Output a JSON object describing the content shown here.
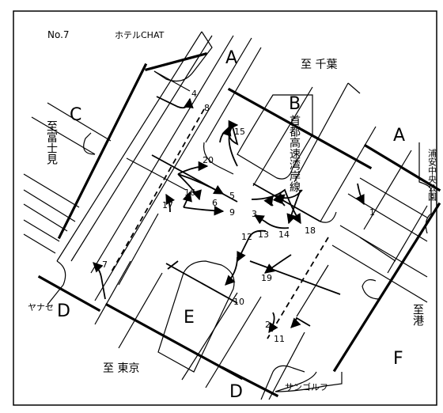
{
  "labels": {
    "figure_no": "No.7",
    "hotel": "ホテルCHAT",
    "to_chiba": "至 千葉",
    "to_fujimi": "至富士見",
    "expressway": "首都高速湾岸線",
    "urayasu_park": "浦安中央公園",
    "yanase": "ヤナセ",
    "to_minato": "至港",
    "to_tokyo": "至 東京",
    "sungolf": "サンゴルフ"
  },
  "road_letters": {
    "A_top": "A",
    "A_right": "A",
    "B": "B",
    "C": "C",
    "D_left": "D",
    "D_bottom": "D",
    "E": "E",
    "F": "F"
  },
  "movements": [
    "1",
    "2",
    "3",
    "4",
    "5",
    "6",
    "7",
    "8",
    "9",
    "10",
    "11",
    "12",
    "13",
    "14",
    "15",
    "16",
    "17",
    "18",
    "19",
    "20"
  ]
}
